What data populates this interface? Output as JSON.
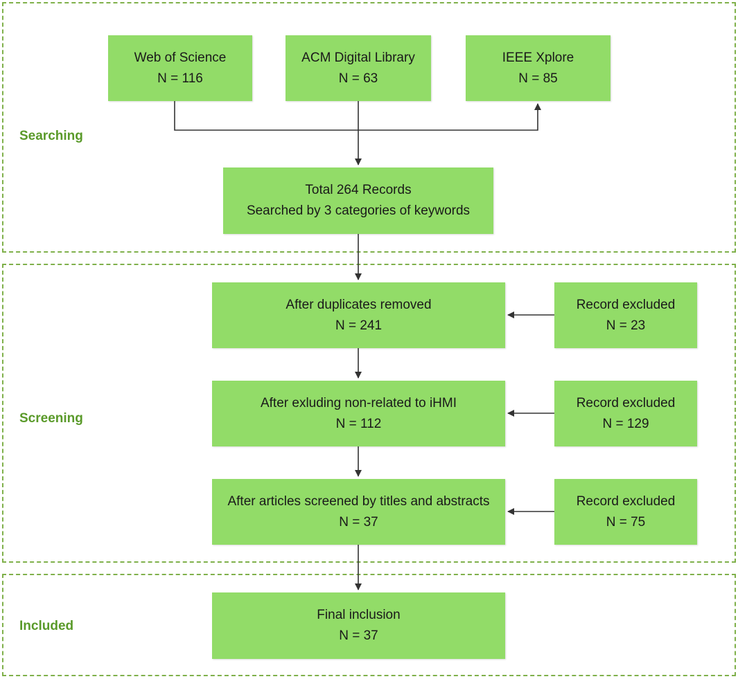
{
  "sections": {
    "searching": "Searching",
    "screening": "Screening",
    "included": "Included"
  },
  "sources": [
    {
      "name": "Web of Science",
      "count": "N = 116"
    },
    {
      "name": "ACM Digital Library",
      "count": "N = 63"
    },
    {
      "name": "IEEE Xplore",
      "count": "N = 85"
    }
  ],
  "total": {
    "line1": "Total 264 Records",
    "line2": "Searched by 3 categories of keywords"
  },
  "screening_steps": [
    {
      "label": "After duplicates removed",
      "count": "N = 241"
    },
    {
      "label": "After exluding non-related to iHMI",
      "count": "N = 112"
    },
    {
      "label": "After articles screened by titles and abstracts",
      "count": "N = 37"
    }
  ],
  "exclusions": [
    {
      "label": "Record excluded",
      "count": "N = 23"
    },
    {
      "label": "Record excluded",
      "count": "N = 129"
    },
    {
      "label": "Record excluded",
      "count": "N = 75"
    }
  ],
  "final": {
    "label": "Final inclusion",
    "count": "N = 37"
  },
  "colors": {
    "box_fill": "#92dc68",
    "border": "#7fb04a",
    "label_text": "#5a9a2a",
    "arrow": "#333333"
  }
}
